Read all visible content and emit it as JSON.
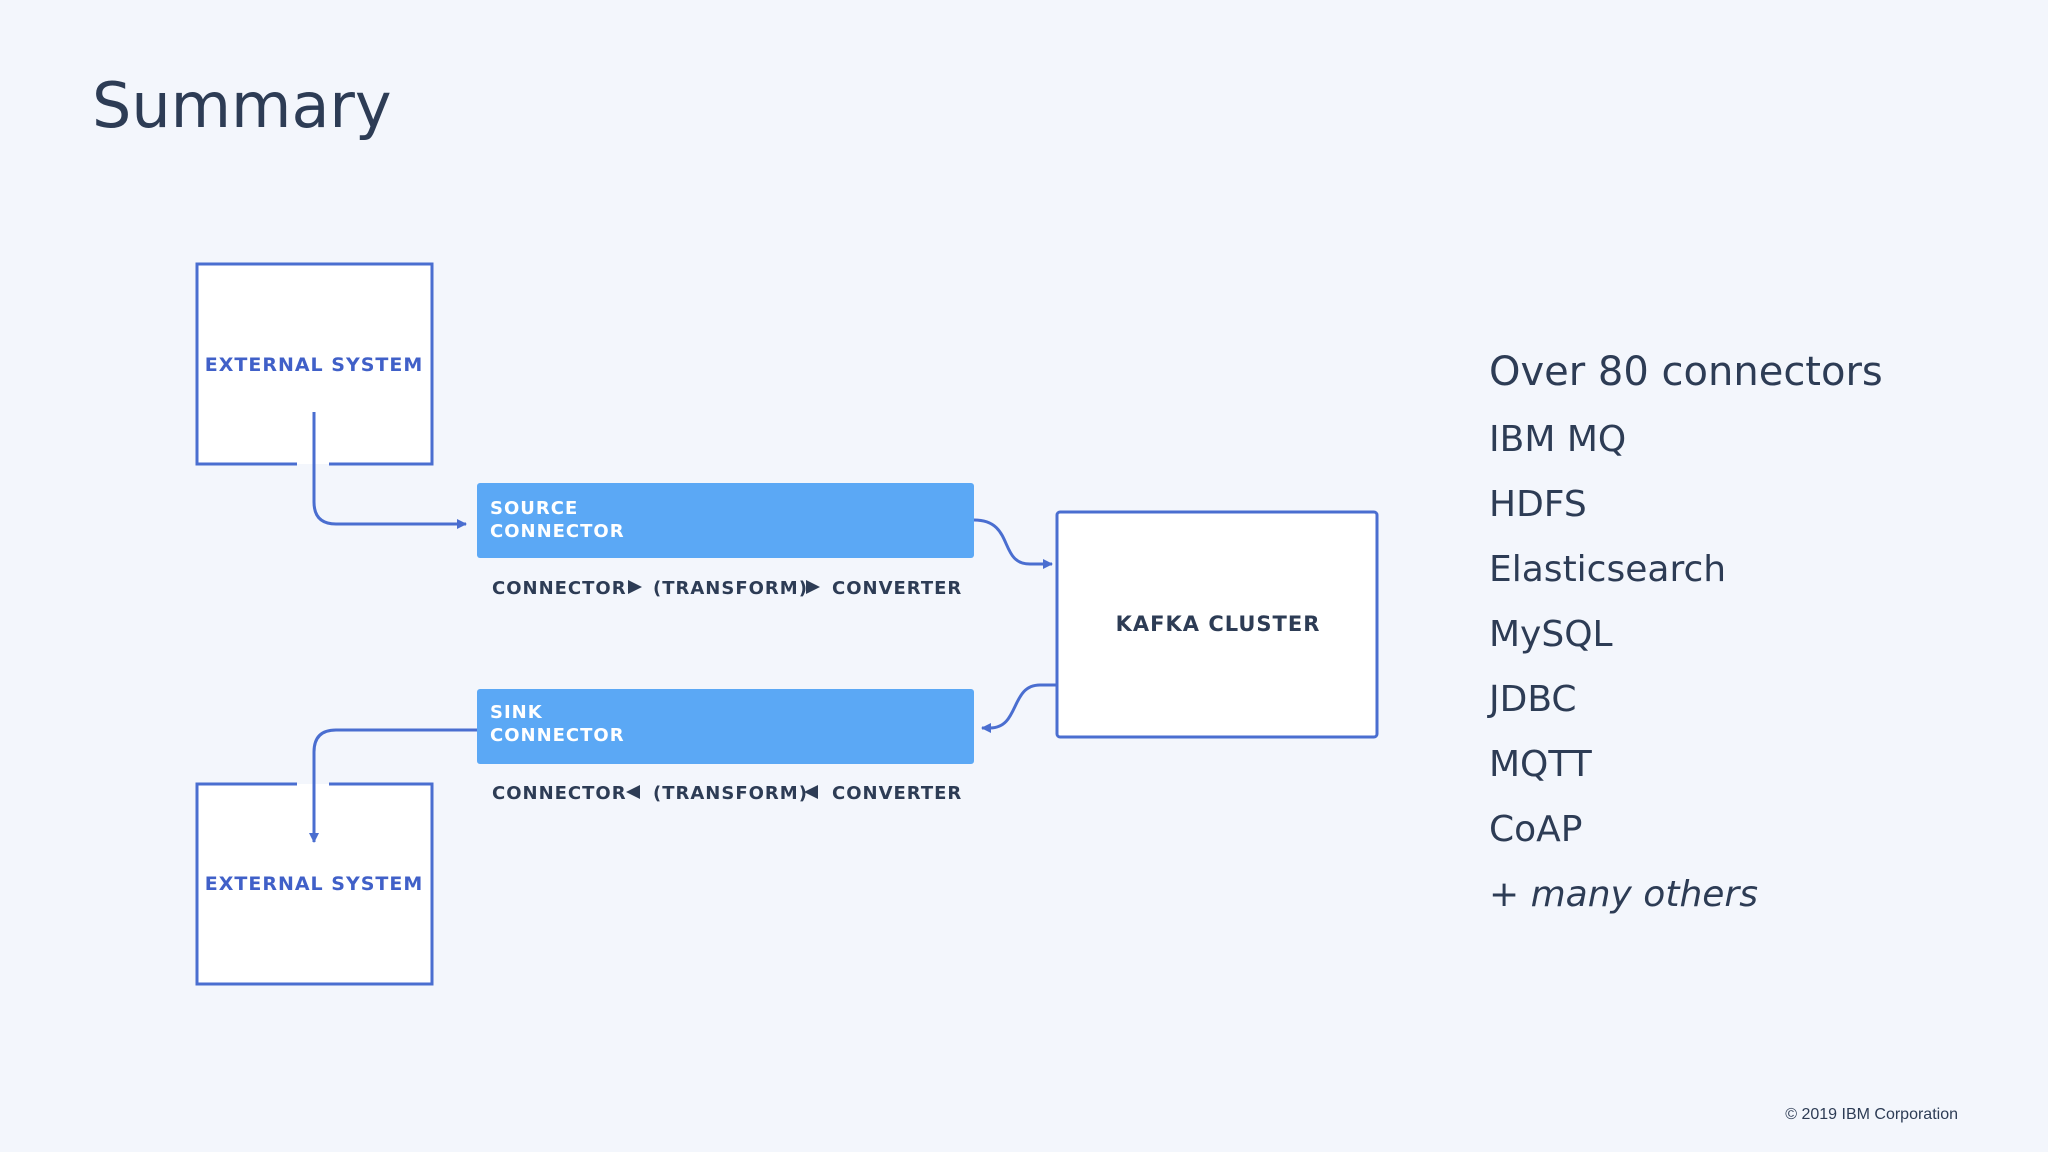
{
  "slide": {
    "title": "Summary",
    "copyright": "© 2019 IBM Corporation"
  },
  "colors": {
    "background": "#f3f6fc",
    "accent_blue": "#5ba8f5",
    "line_blue": "#4a6ed0",
    "box_label_blue": "#4060c8",
    "dark_text": "#2d3c55"
  },
  "diagram": {
    "external_system_top": "EXTERNAL SYSTEM",
    "external_system_bottom": "EXTERNAL SYSTEM",
    "source_connector": {
      "line1": "SOURCE",
      "line2": "CONNECTOR"
    },
    "sink_connector": {
      "line1": "SINK",
      "line2": "CONNECTOR"
    },
    "source_pipeline": [
      "CONNECTOR",
      "(TRANSFORM)",
      "CONVERTER"
    ],
    "sink_pipeline": [
      "CONNECTOR",
      "(TRANSFORM)",
      "CONVERTER"
    ],
    "kafka_cluster": "KAFKA CLUSTER"
  },
  "connectors": {
    "heading": "Over 80 connectors",
    "items": [
      "IBM MQ",
      "HDFS",
      "Elasticsearch",
      "MySQL",
      "JDBC",
      "MQTT",
      "CoAP"
    ],
    "others": "+ many others"
  }
}
